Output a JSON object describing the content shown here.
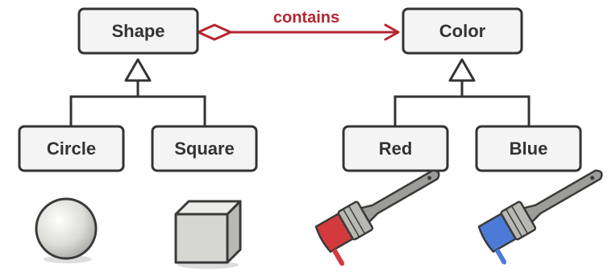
{
  "diagram": {
    "nodes": {
      "shape": "Shape",
      "color": "Color",
      "circle": "Circle",
      "square": "Square",
      "red": "Red",
      "blue": "Blue"
    },
    "relation_label": "contains",
    "colors": {
      "relation": "#b52530",
      "box_stroke": "#333333",
      "box_fill": "#f4f4f4",
      "red_paint": "#d23a3d",
      "blue_paint": "#4b7bd6"
    },
    "illustrations": [
      "sphere-icon",
      "cube-icon",
      "red-paintbrush-icon",
      "blue-paintbrush-icon"
    ]
  }
}
